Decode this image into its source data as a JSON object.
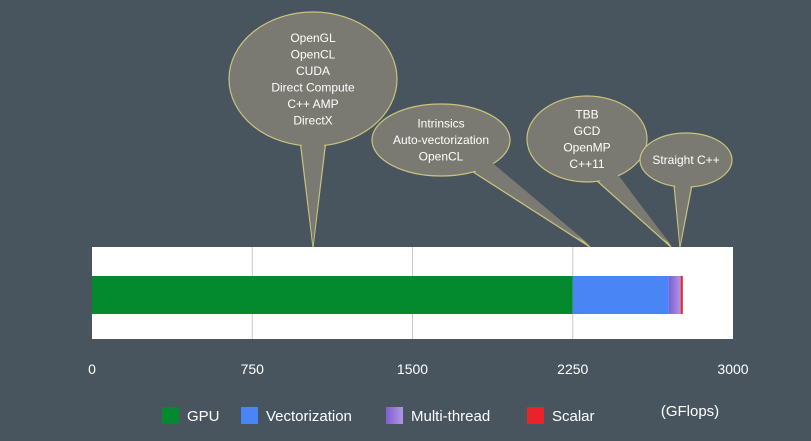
{
  "chart_data": {
    "type": "bar",
    "orientation": "horizontal",
    "stacked": true,
    "unit_label": "(GFlops)",
    "xlim": [
      0,
      3000
    ],
    "ticks": [
      "0",
      "750",
      "1500",
      "2250",
      "3000"
    ],
    "tick_values": [
      0,
      750,
      1500,
      2250,
      3000
    ],
    "grid": true,
    "legend_position": "bottom",
    "series": [
      {
        "name": "GPU",
        "value": 2250,
        "color": "#038a2f"
      },
      {
        "name": "Vectorization",
        "value": 450,
        "color": "#4a85f5"
      },
      {
        "name": "Multi-thread",
        "value": 55,
        "color": "#b296e6"
      },
      {
        "name": "Scalar",
        "value": 10,
        "color": "#e8232a"
      }
    ],
    "callouts": [
      {
        "lines": [
          "OpenGL",
          "OpenCL",
          "CUDA",
          "Direct Compute",
          "C++ AMP",
          "DirectX"
        ],
        "points_to": "GPU"
      },
      {
        "lines": [
          "Intrinsics",
          "Auto-vectorization",
          "OpenCL"
        ],
        "points_to": "Vectorization"
      },
      {
        "lines": [
          "TBB",
          "GCD",
          "OpenMP",
          "C++11"
        ],
        "points_to": "Multi-thread"
      },
      {
        "lines": [
          "Straight C++"
        ],
        "points_to": "Scalar"
      }
    ]
  },
  "colors": {
    "background": "#48545e",
    "plot_area": "#ffffff",
    "grid": "#c8c8c8",
    "bubble_fill": "#7a7a72",
    "bubble_stroke": "#c9c47e"
  }
}
